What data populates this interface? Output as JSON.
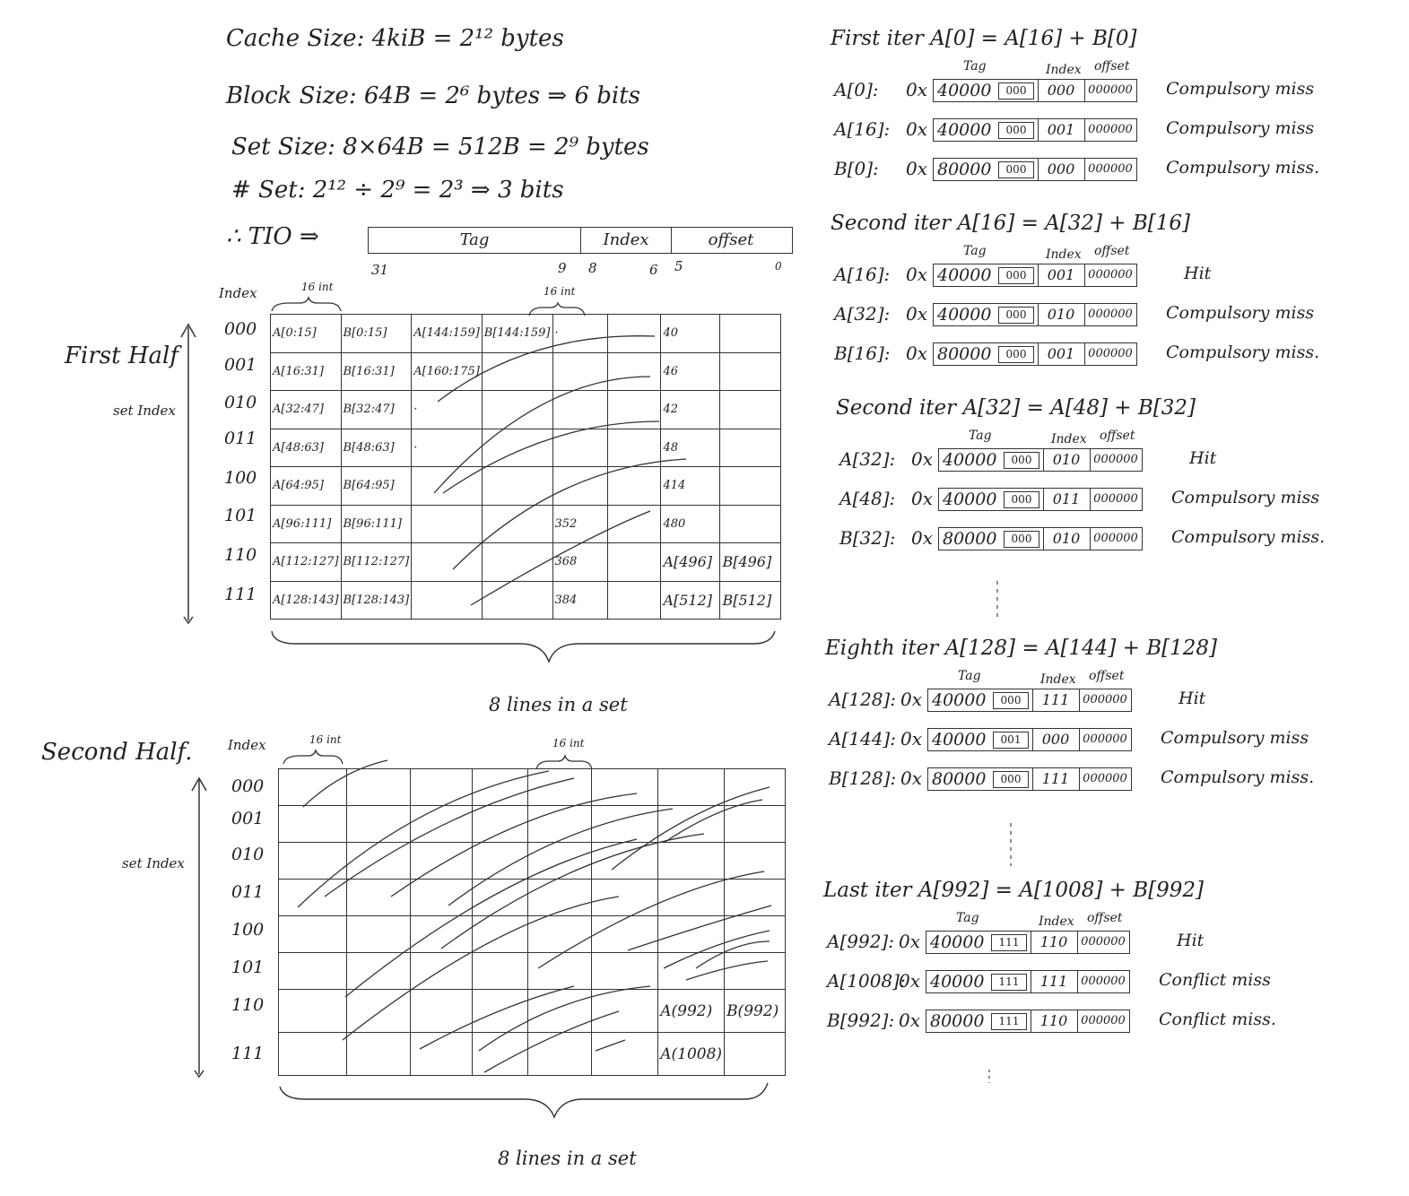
{
  "calc": {
    "cache_size": "Cache Size: 4kiB = 2¹² bytes",
    "block_size": "Block Size: 64B = 2⁶ bytes ⇒ 6 bits",
    "set_size": "Set Size: 8×64B = 512B = 2⁹ bytes",
    "num_sets": "# Set: 2¹² ÷ 2⁹ = 2³ ⇒ 3 bits",
    "tio_label": "∴ TIO ⇒"
  },
  "tio": {
    "fields": [
      "Tag",
      "Index",
      "offset"
    ],
    "bits": [
      "31",
      "9",
      "8",
      "6",
      "5",
      "0"
    ]
  },
  "first_half": {
    "title": "First Half",
    "axis_label": "set Index",
    "index_header": "Index",
    "brace_16int": "16 int",
    "brace_16int2": "16 int",
    "row_indices": [
      "000",
      "001",
      "010",
      "011",
      "100",
      "101",
      "110",
      "111"
    ],
    "rows": [
      [
        "A[0:15]",
        "B[0:15]",
        "A[144:159]",
        "B[144:159]",
        "·",
        "",
        "40",
        ""
      ],
      [
        "A[16:31]",
        "B[16:31]",
        "A[160:175]",
        "",
        "",
        "",
        "46",
        ""
      ],
      [
        "A[32:47]",
        "B[32:47]",
        "·",
        "",
        "",
        "",
        "42",
        ""
      ],
      [
        "A[48:63]",
        "B[48:63]",
        "·",
        "",
        "",
        "",
        "48",
        ""
      ],
      [
        "A[64:95]",
        "B[64:95]",
        "",
        "",
        "",
        "",
        "414",
        ""
      ],
      [
        "A[96:111]",
        "B[96:111]",
        "",
        "",
        "352",
        "",
        "480",
        ""
      ],
      [
        "A[112:127]",
        "B[112:127]",
        "",
        "",
        "368",
        "",
        "A[496]",
        "B[496]"
      ],
      [
        "A[128:143]",
        "B[128:143]",
        "",
        "",
        "384",
        "",
        "A[512]",
        "B[512]"
      ]
    ],
    "lines_label": "8 lines in a set"
  },
  "second_half": {
    "title": "Second Half.",
    "axis_label": "set Index",
    "index_header": "Index",
    "brace_16int": "16 int",
    "brace_16int2": "16 int",
    "row_indices": [
      "000",
      "001",
      "010",
      "011",
      "100",
      "101",
      "110",
      "111"
    ],
    "cell_a992": "A(992)",
    "cell_b992": "B(992)",
    "cell_a1008": "A(1008)",
    "lines_label": "8 lines in a set"
  },
  "col_headers": {
    "tag": "Tag",
    "index": "Index",
    "offset": "offset"
  },
  "iterations": [
    {
      "head": "First iter  A[0] = A[16] + B[0]",
      "rows": [
        {
          "name": "A[0]:",
          "tag": "40000",
          "tb": "000",
          "idx": "000",
          "off": "000000",
          "res": "Compulsory miss"
        },
        {
          "name": "A[16]:",
          "tag": "40000",
          "tb": "000",
          "idx": "001",
          "off": "000000",
          "res": "Compulsory miss"
        },
        {
          "name": "B[0]:",
          "tag": "80000",
          "tb": "000",
          "idx": "000",
          "off": "000000",
          "res": "Compulsory miss."
        }
      ]
    },
    {
      "head": "Second iter  A[16] = A[32] + B[16]",
      "rows": [
        {
          "name": "A[16]:",
          "tag": "40000",
          "tb": "000",
          "idx": "001",
          "off": "000000",
          "res": "Hit"
        },
        {
          "name": "A[32]:",
          "tag": "40000",
          "tb": "000",
          "idx": "010",
          "off": "000000",
          "res": "Compulsory miss"
        },
        {
          "name": "B[16]:",
          "tag": "80000",
          "tb": "000",
          "idx": "001",
          "off": "000000",
          "res": "Compulsory miss."
        }
      ]
    },
    {
      "head": "Second iter  A[32] = A[48] + B[32]",
      "rows": [
        {
          "name": "A[32]:",
          "tag": "40000",
          "tb": "000",
          "idx": "010",
          "off": "000000",
          "res": "Hit"
        },
        {
          "name": "A[48]:",
          "tag": "40000",
          "tb": "000",
          "idx": "011",
          "off": "000000",
          "res": "Compulsory miss"
        },
        {
          "name": "B[32]:",
          "tag": "80000",
          "tb": "000",
          "idx": "010",
          "off": "000000",
          "res": "Compulsory miss."
        }
      ]
    },
    {
      "head": "Eighth iter  A[128] = A[144] + B[128]",
      "rows": [
        {
          "name": "A[128]:",
          "tag": "40000",
          "tb": "000",
          "idx": "111",
          "off": "000000",
          "res": "Hit"
        },
        {
          "name": "A[144]:",
          "tag": "40000",
          "tb": "001",
          "idx": "000",
          "off": "000000",
          "res": "Compulsory miss"
        },
        {
          "name": "B[128]:",
          "tag": "80000",
          "tb": "000",
          "idx": "111",
          "off": "000000",
          "res": "Compulsory miss."
        }
      ]
    },
    {
      "head": "Last iter  A[992] = A[1008] + B[992]",
      "rows": [
        {
          "name": "A[992]:",
          "tag": "40000",
          "tb": "111",
          "idx": "110",
          "off": "000000",
          "res": "Hit"
        },
        {
          "name": "A[1008]:",
          "tag": "40000",
          "tb": "111",
          "idx": "111",
          "off": "000000",
          "res": "Conflict miss"
        },
        {
          "name": "B[992]:",
          "tag": "80000",
          "tb": "111",
          "idx": "110",
          "off": "000000",
          "res": "Conflict miss."
        }
      ]
    }
  ]
}
